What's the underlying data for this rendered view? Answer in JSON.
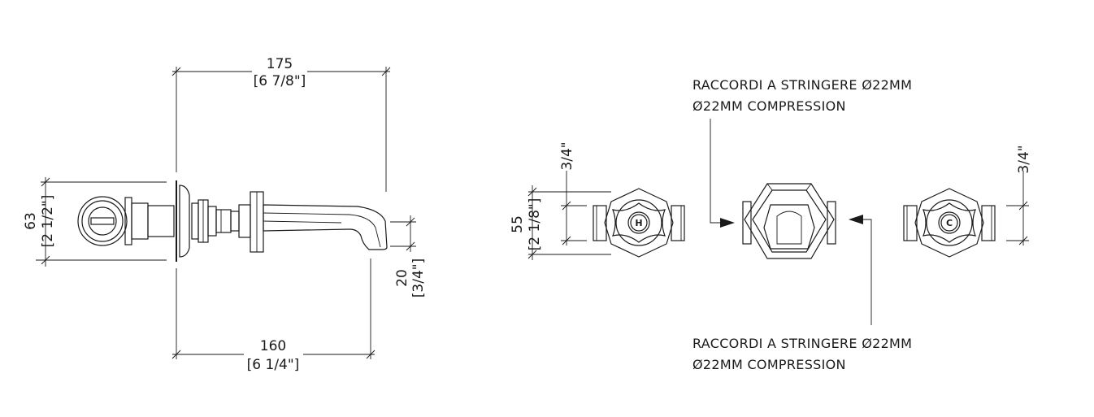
{
  "side_view": {
    "top_dim": {
      "mm": "175",
      "inch": "[6 7/8\"]"
    },
    "bottom_dim": {
      "mm": "160",
      "inch": "[6 1/4\"]"
    },
    "height_dim": {
      "mm": "63",
      "inch": "[2 1/2\"]"
    },
    "spout_dim": {
      "mm": "20",
      "inch": "[3/4\"]"
    }
  },
  "front_view": {
    "height_dim": {
      "mm": "55",
      "inch": "[2 1/8\"]"
    },
    "left_thread": "3/4\"",
    "right_thread": "3/4\"",
    "hot_label": "H",
    "cold_label": "C",
    "note_top": {
      "line1": "RACCORDI A STRINGERE Ø22MM",
      "line2": "Ø22MM COMPRESSION"
    },
    "note_bottom": {
      "line1": "RACCORDI A STRINGERE Ø22MM",
      "line2": "Ø22MM COMPRESSION"
    }
  }
}
